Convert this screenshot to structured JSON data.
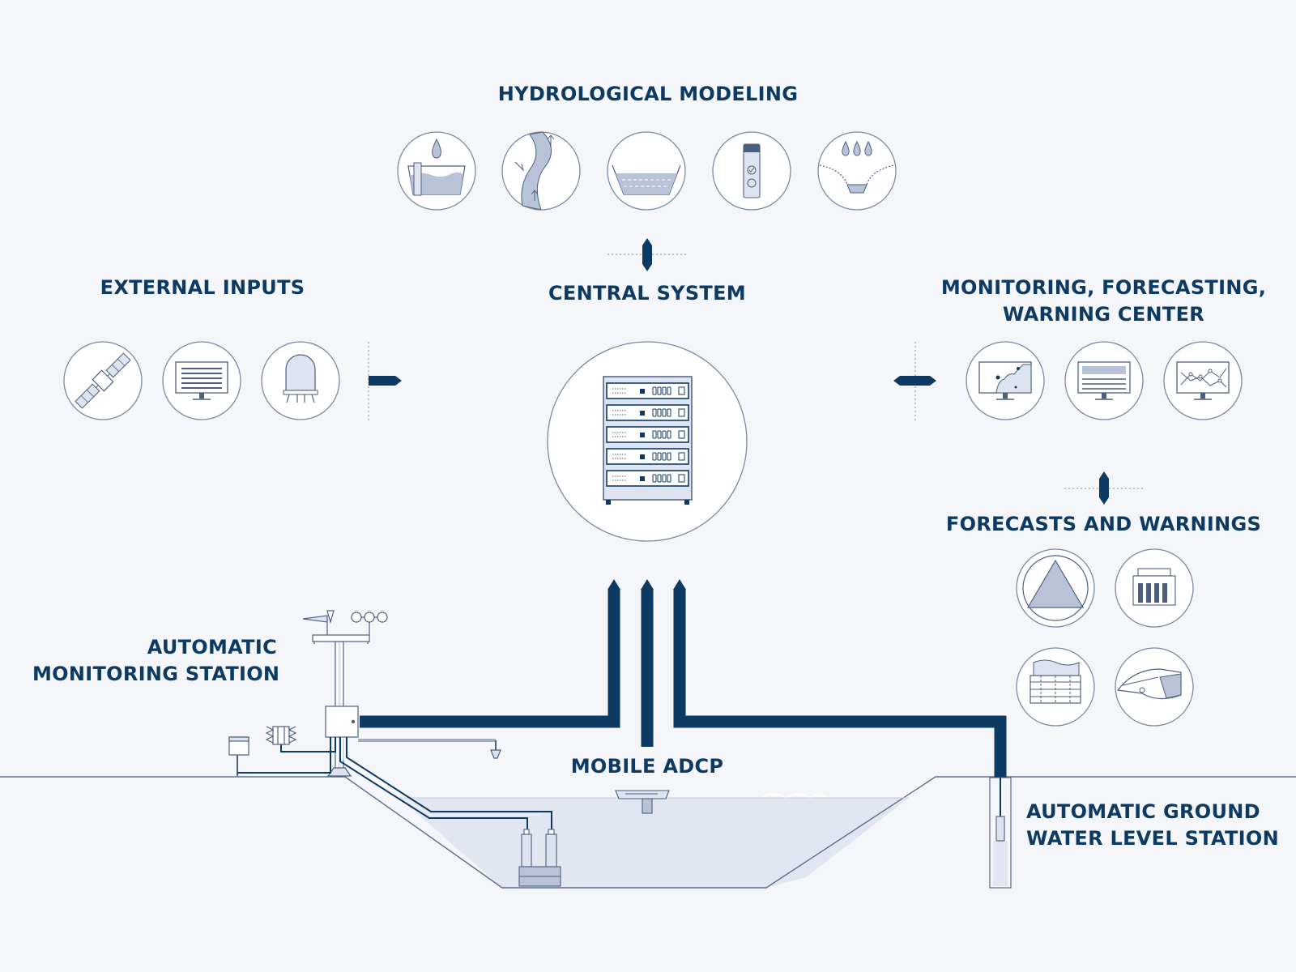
{
  "labels": {
    "hydrological_modeling": "HYDROLOGICAL MODELING",
    "central_system": "CENTRAL SYSTEM",
    "external_inputs": "EXTERNAL INPUTS",
    "monitoring_center": [
      "MONITORING, FORECASTING,",
      "WARNING CENTER"
    ],
    "forecasts_warnings": "FORECASTS AND WARNINGS",
    "automatic_station": [
      "AUTOMATIC",
      "MONITORING STATION"
    ],
    "mobile_adcp": "MOBILE ADCP",
    "groundwater_station": [
      "AUTOMATIC GROUND",
      "WATER LEVEL STATION"
    ]
  },
  "icons": {
    "hydrological_modeling": [
      "rain-gauge-basin-icon",
      "river-channel-icon",
      "reservoir-icon",
      "water-sample-vial-icon",
      "rainfall-infiltration-icon"
    ],
    "external_inputs": [
      "satellite-icon",
      "data-screen-icon",
      "weather-radar-icon"
    ],
    "monitoring_center": [
      "map-monitor-icon",
      "dashboard-monitor-icon",
      "graph-monitor-icon"
    ],
    "forecasts_warnings": [
      "warning-triangle-icon",
      "siren-station-icon",
      "radio-broadcast-icon",
      "megaphone-icon"
    ],
    "central_system": "server-rack-icon"
  },
  "colors": {
    "primary": "#0d3a63",
    "outline": "#7a8aa3",
    "fill_light": "#dde3ef",
    "fill_mid": "#b8c3d8",
    "background": "#f4f6f9"
  }
}
